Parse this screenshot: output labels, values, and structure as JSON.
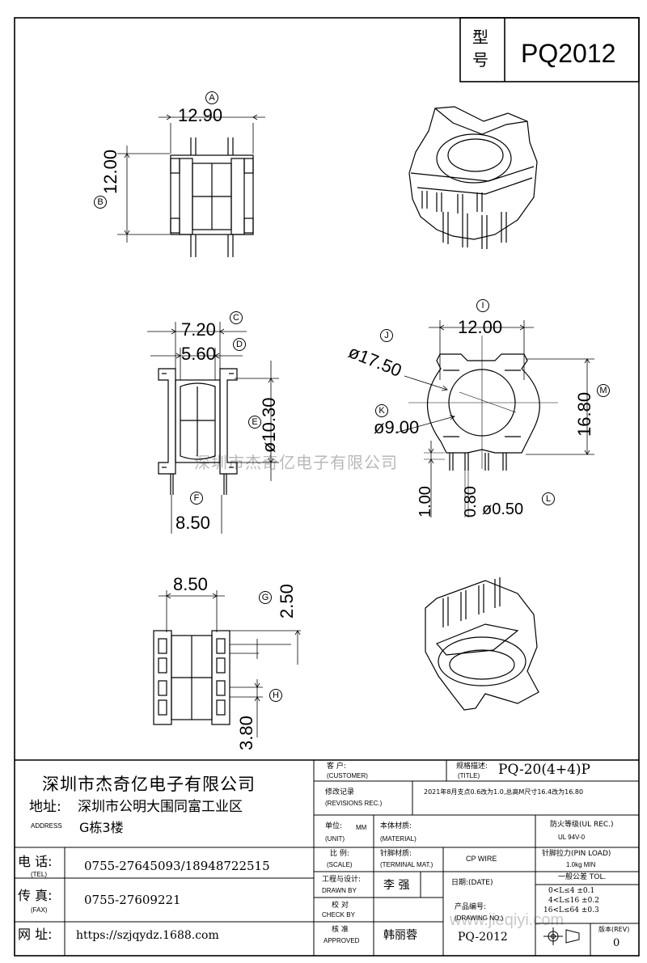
{
  "model": {
    "label": "型\n号",
    "label_top": "型",
    "label_bottom": "号",
    "value": "PQ2012"
  },
  "dims": {
    "a": "12.90",
    "b": "12.00",
    "c": "7.20",
    "d": "5.60",
    "e": "ø10.30",
    "f": "8.50",
    "g": "8.50",
    "g2": "2.50",
    "h": "3.80",
    "top_width": "12.00",
    "height": "16.80",
    "outer_d": "ø17.50",
    "inner_d": "ø9.00",
    "pin_gap": "1.00",
    "pin_w": "0.80",
    "pin_d": "ø0.50"
  },
  "markers": {
    "a": "A",
    "b": "B",
    "c": "C",
    "d": "D",
    "e": "E",
    "f": "F",
    "g": "G",
    "h": "H",
    "i": "I",
    "j": "J",
    "k": "K",
    "l": "L",
    "m": "M"
  },
  "watermark": "深圳市杰奇亿电子有限公司",
  "watermark2": "www.jieqiyi.com",
  "company": {
    "name": "深圳市杰奇亿电子有限公司",
    "address_label": "地址:",
    "address_label_en": "ADDRESS",
    "address_line1": "深圳市公明大围同富工业区",
    "address_line2": "G栋3楼",
    "tel_label": "电  话:",
    "tel_label_en": "(TEL)",
    "tel": "0755-27645093/18948722515",
    "fax_label": "传  真:",
    "fax_label_en": "(FAX)",
    "fax": "0755-27609221",
    "web_label": "网  址:",
    "web": "https://szjqydz.1688.com"
  },
  "titleblock": {
    "customer_label": "客  户:",
    "customer_label_en": "(CUSTOMER)",
    "title_label": "规格描述:",
    "title_label_en": "(TITLE)",
    "title": "PQ-20(4+4)P",
    "revisions_label": "修改记录",
    "revisions_label_en": "(REVISIONS REC.)",
    "revisions": "2021年8月支点0.6改为1.0,总高M尺寸16.4改为16.80",
    "unit_label": "单位:",
    "unit": "MM",
    "unit_label_en": "(UNIT)",
    "material_label": "本体材质:",
    "material_label_en": "(MATERIAL)",
    "fire_label": "防火等级(UL REC.)",
    "fire": "UL 94V-0",
    "scale_label": "比  例:",
    "scale_label_en": "(SCALE)",
    "terminal_label": "针脚材质:",
    "terminal_label_en": "(TERMINAL MAT.)",
    "terminal": "CP WIRE",
    "pinload_label": "针脚拉力(PIN LOAD)",
    "pinload": "1.0kg MIN",
    "drawn_label": "工程与设计:",
    "drawn_label_en": "DRAWN BY",
    "drawn": "李  强",
    "date_label": "日期:(DATE)",
    "tol_label": "一般公差 TOL.",
    "tol1": "0<L≤4  ±0.1",
    "tol2": "4<L≤16 ±0.2",
    "tol3": "16<L≤64 ±0.3",
    "check_label": "校  对",
    "check_label_en": "CHECK BY",
    "dwg_label": "产品编号:",
    "dwg_label_en": "(DRAWING NO.)",
    "dwg": "PQ-2012",
    "approved_label": "核  准",
    "approved_label_en": "APPROVED",
    "approved": "韩丽蓉",
    "rev_label": "版本(REV)",
    "rev": "0"
  }
}
